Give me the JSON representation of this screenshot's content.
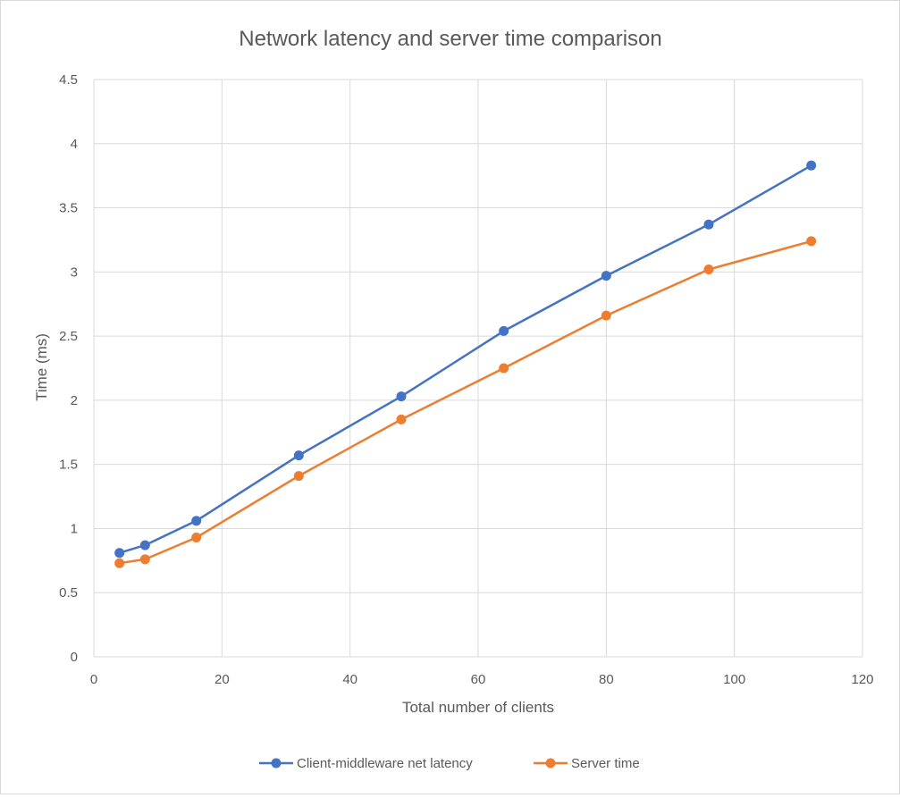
{
  "chart_data": {
    "type": "line",
    "title": "Network latency and server time comparison",
    "xlabel": "Total number of clients",
    "ylabel": "Time (ms)",
    "xlim": [
      0,
      120
    ],
    "ylim": [
      0,
      4.5
    ],
    "x_ticks": [
      "0",
      "20",
      "40",
      "60",
      "80",
      "100",
      "120"
    ],
    "y_ticks": [
      "0",
      "0.5",
      "1",
      "1.5",
      "2",
      "2.5",
      "3",
      "3.5",
      "4",
      "4.5"
    ],
    "grid": true,
    "legend_position": "bottom",
    "x": [
      4,
      8,
      16,
      32,
      48,
      64,
      80,
      96,
      112
    ],
    "series": [
      {
        "name": "Client-middleware net latency",
        "color": "#4472c4",
        "values": [
          0.81,
          0.87,
          1.06,
          1.57,
          2.03,
          2.54,
          2.97,
          3.37,
          3.83
        ]
      },
      {
        "name": "Server time",
        "color": "#ed7d31",
        "values": [
          0.73,
          0.76,
          0.93,
          1.41,
          1.85,
          2.25,
          2.66,
          3.02,
          3.24
        ]
      }
    ]
  }
}
